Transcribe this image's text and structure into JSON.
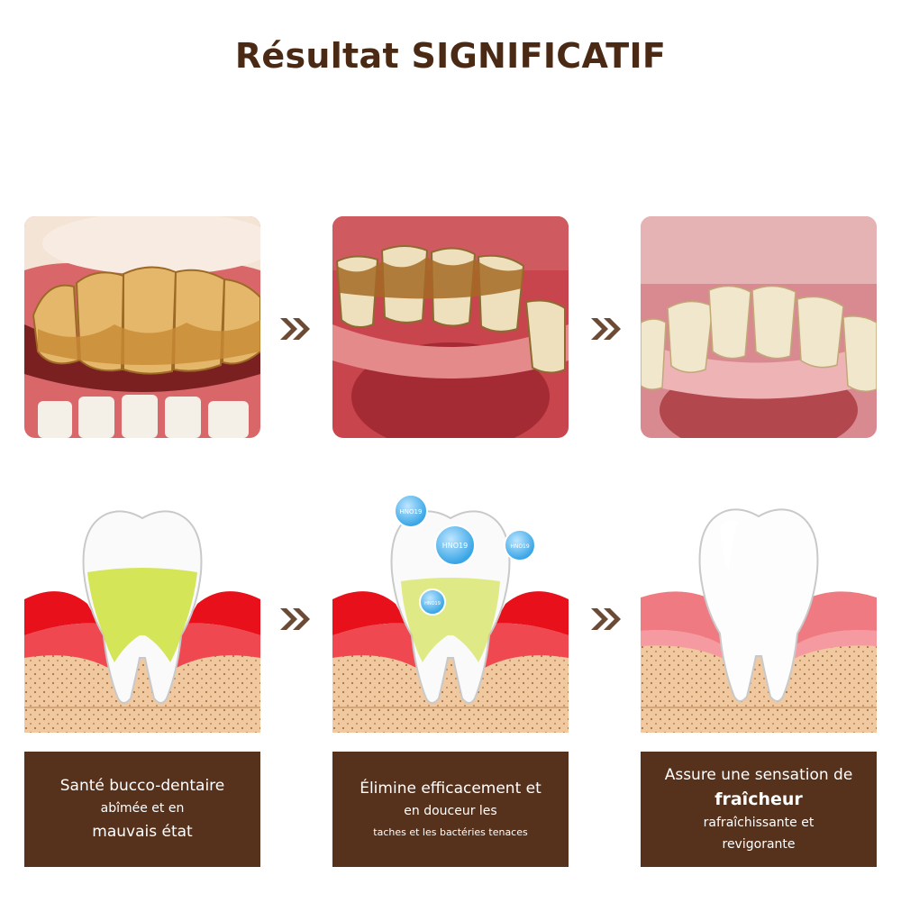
{
  "title": "Résultat SIGNIFICATIF",
  "steps": [
    {
      "caption": [
        "Santé bucco-dentaire",
        "abîmée et en",
        "mauvais état"
      ]
    },
    {
      "caption": [
        "Élimine efficacement et",
        "en douceur les",
        "taches et les bactéries tenaces"
      ]
    },
    {
      "caption": [
        "Assure une sensation de",
        "fraîcheur",
        "rafraîchissante et",
        "revigorante"
      ]
    }
  ],
  "arrow_icon": "double-chevron-right-icon",
  "bubble_labels": [
    "HNO19",
    "HNO19",
    "HNO19",
    "HNO19"
  ],
  "colors": {
    "title": "#4a2a14",
    "caption_bg": "#56311b",
    "arrow": "#6b4a36",
    "gum_red": "#e8101a",
    "gum_healthy": "#f07a82",
    "bone": "#f1c9a0",
    "plaque": "#cde03a",
    "bubble": "#3aa6e6"
  }
}
